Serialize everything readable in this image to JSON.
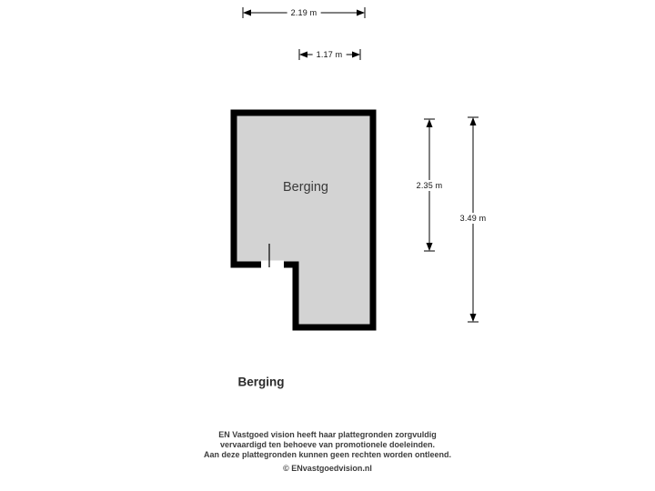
{
  "plan": {
    "room_label": "Berging",
    "title": "Berging",
    "dimensions": {
      "top_width": "2.19 m",
      "inner_width": "1.17 m",
      "upper_height": "2.35 m",
      "total_height": "3.49 m"
    },
    "colors": {
      "wall": "#000000",
      "floor": "#d3d3d3",
      "background": "#ffffff"
    }
  },
  "footer": {
    "line1": "EN Vastgoed vision heeft haar plattegronden zorgvuldig",
    "line2": "vervaardigd ten behoeve van promotionele doeleinden.",
    "line3": "Aan deze plattegronden kunnen geen rechten worden ontleend.",
    "line4": "© ENvastgoedvision.nl"
  }
}
